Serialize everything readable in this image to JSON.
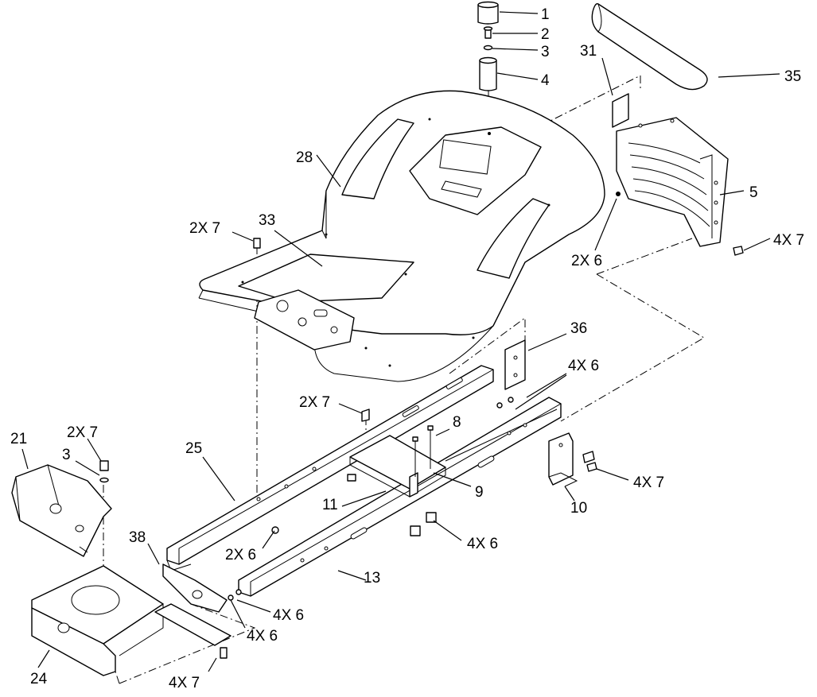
{
  "callouts": {
    "c1": "1",
    "c2": "2",
    "c3": "3",
    "c4": "4",
    "c35": "35",
    "c31": "31",
    "c5": "5",
    "c4x7_right": "4X 7",
    "c2x6_right": "2X 6",
    "c28": "28",
    "c2x7_top": "2X 7",
    "c33": "33",
    "c36": "36",
    "c4x6_top": "4X 6",
    "c2x7_mid": "2X 7",
    "c8": "8",
    "c9": "9",
    "c4x7_mid": "4X 7",
    "c10": "10",
    "c21": "21",
    "c2x7_left": "2X 7",
    "c3_left": "3",
    "c25": "25",
    "c11": "11",
    "c4x6_mid": "4X 6",
    "c38": "38",
    "c2x6_mid": "2X 6",
    "c13": "13",
    "c4x6_low1": "4X 6",
    "c4x6_low2": "4X 6",
    "c24": "24",
    "c4x7_bottom": "4X 7"
  },
  "colors": {
    "line": "#000000",
    "paper": "#ffffff"
  }
}
